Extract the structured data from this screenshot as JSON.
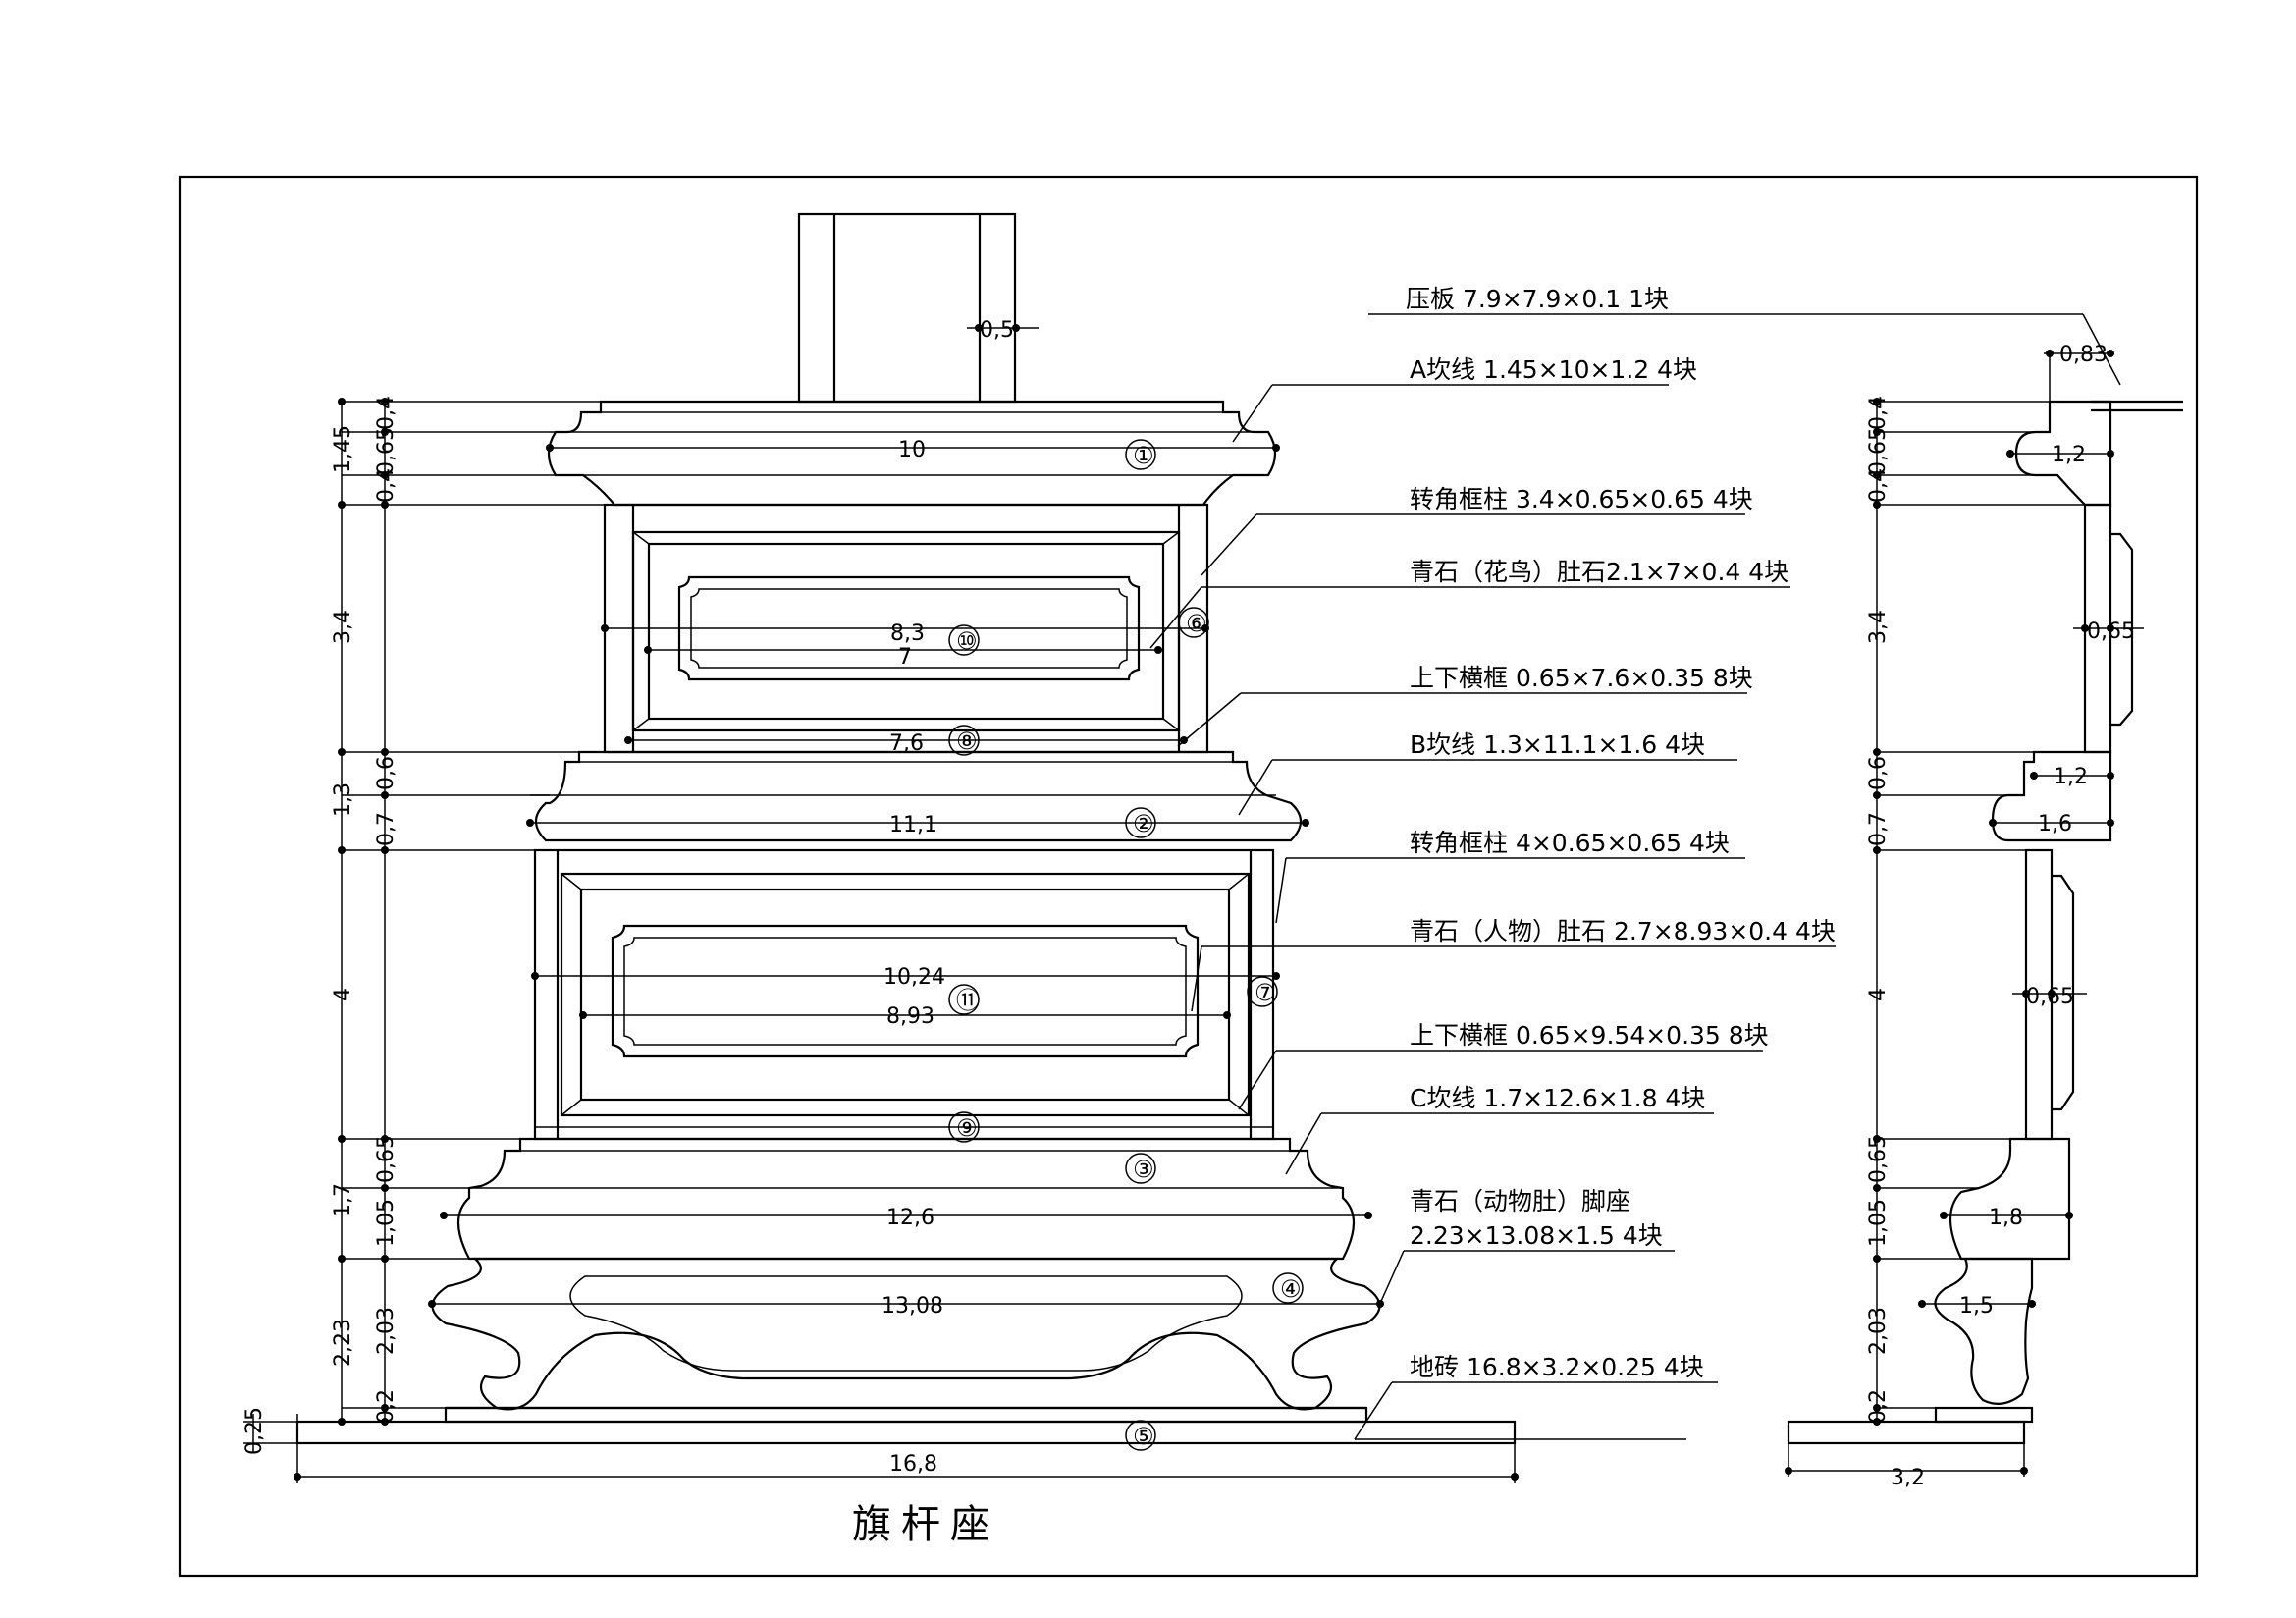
{
  "drawing": {
    "title": "旗杆座"
  },
  "callouts": [
    {
      "id": "c-yaban",
      "text": "压板 7.9×7.9×0.1   1块"
    },
    {
      "id": "c-a",
      "text": "A坎线 1.45×10×1.2   4块"
    },
    {
      "id": "c-zhuan1",
      "text": "转角框柱 3.4×0.65×0.65   4块"
    },
    {
      "id": "c-qing1",
      "text": "青石（花鸟）肚石2.1×7×0.4   4块"
    },
    {
      "id": "c-heng1",
      "text": "上下横框 0.65×7.6×0.35  8块"
    },
    {
      "id": "c-b",
      "text": "B坎线 1.3×11.1×1.6   4块"
    },
    {
      "id": "c-zhuan2",
      "text": "转角框柱 4×0.65×0.65   4块"
    },
    {
      "id": "c-qing2",
      "text": "青石（人物）肚石 2.7×8.93×0.4   4块"
    },
    {
      "id": "c-heng2",
      "text": "上下横框 0.65×9.54×0.35  8块"
    },
    {
      "id": "c-c",
      "text": "C坎线 1.7×12.6×1.8   4块"
    },
    {
      "id": "c-jiao1",
      "text": "青石（动物肚）脚座"
    },
    {
      "id": "c-jiao2",
      "text": "2.23×13.08×1.5   4块"
    },
    {
      "id": "c-dizhuan",
      "text": "地砖 16.8×3.2×0.25   4块"
    }
  ],
  "part_numbers": [
    "①",
    "②",
    "③",
    "④",
    "⑤",
    "⑥",
    "⑦",
    "⑧",
    "⑨",
    "⑩",
    "⑪"
  ],
  "front_dims": {
    "pole": "0,5",
    "w_a": "10",
    "w_inner1a": "8,3",
    "w_inner1b": "7",
    "w_rail1": "7,6",
    "w_b": "11,1",
    "w_inner2a": "10,24",
    "w_inner2b": "8,93",
    "w_c": "12,6",
    "w_foot": "13,08",
    "w_base": "16,8"
  },
  "front_vdims": {
    "a_total": "1,45",
    "a_top": "0,4",
    "a_mid": "0,65",
    "a_bot": "0,4",
    "frame1": "3,4",
    "b_total": "1,3",
    "b_top": "0,6",
    "b_bot": "0,7",
    "frame2": "4",
    "c_total": "1,7",
    "c_top": "0,65",
    "c_bot": "1,05",
    "foot_total": "2,23",
    "foot": "2,03",
    "foot_plinth": "0,2",
    "slab": "0,25"
  },
  "side_dims": {
    "plate": "0,83",
    "a_depth": "1,2",
    "post1": "0,65",
    "b_upper": "1,2",
    "b_depth": "1,6",
    "post2": "0,65",
    "c_depth": "1,8",
    "foot_depth": "1,5",
    "base_depth": "3,2"
  },
  "side_vdims": {
    "a_top": "0,4",
    "a_mid": "0,65",
    "a_bot": "0,4",
    "frame1": "3,4",
    "b_top": "0,6",
    "b_bot": "0,7",
    "frame2": "4",
    "c_top": "0,65",
    "c_bot": "1,05",
    "foot": "2,03",
    "plinth": "0,2"
  }
}
